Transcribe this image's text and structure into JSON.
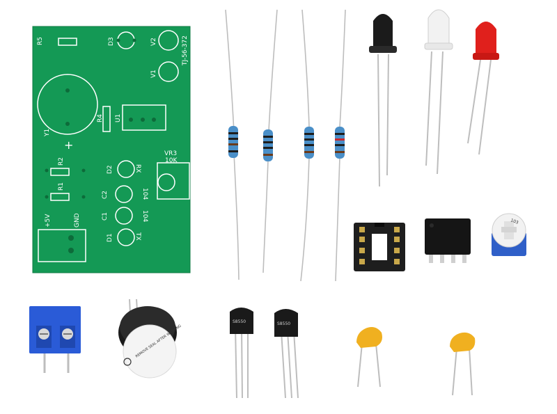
{
  "pcb": {
    "labels": {
      "r5": "R5",
      "d3": "D3",
      "v2": "V2",
      "v1": "V1",
      "model": "TJ-56-372",
      "r4": "R4",
      "u1": "U1",
      "y1": "Y1",
      "plus": "+",
      "vr3": "VR3",
      "vr3_value": "10K",
      "r2": "R2",
      "r1": "R1",
      "d2": "D2",
      "rx": "RX",
      "c2": "C2",
      "c2_value": "104",
      "c1": "C1",
      "c1_value": "104",
      "d1": "D1",
      "tx": "TX",
      "vplus": "+5V",
      "gnd": "GND"
    }
  },
  "components": {
    "transistor_left_marking": "S8550",
    "transistor_right_marking": "S8550",
    "buzzer_label": "REMOVE SEAL AFTER WASHING",
    "potentiometer_marking": "103"
  },
  "colors": {
    "pcb_green": "#1a9e5c",
    "led_black": "#1b1b1b",
    "led_red": "#e0201c",
    "resistor_blue": "#4a8fc8",
    "terminal_blue": "#2a5bd7",
    "capacitor_yellow": "#f0b020"
  }
}
